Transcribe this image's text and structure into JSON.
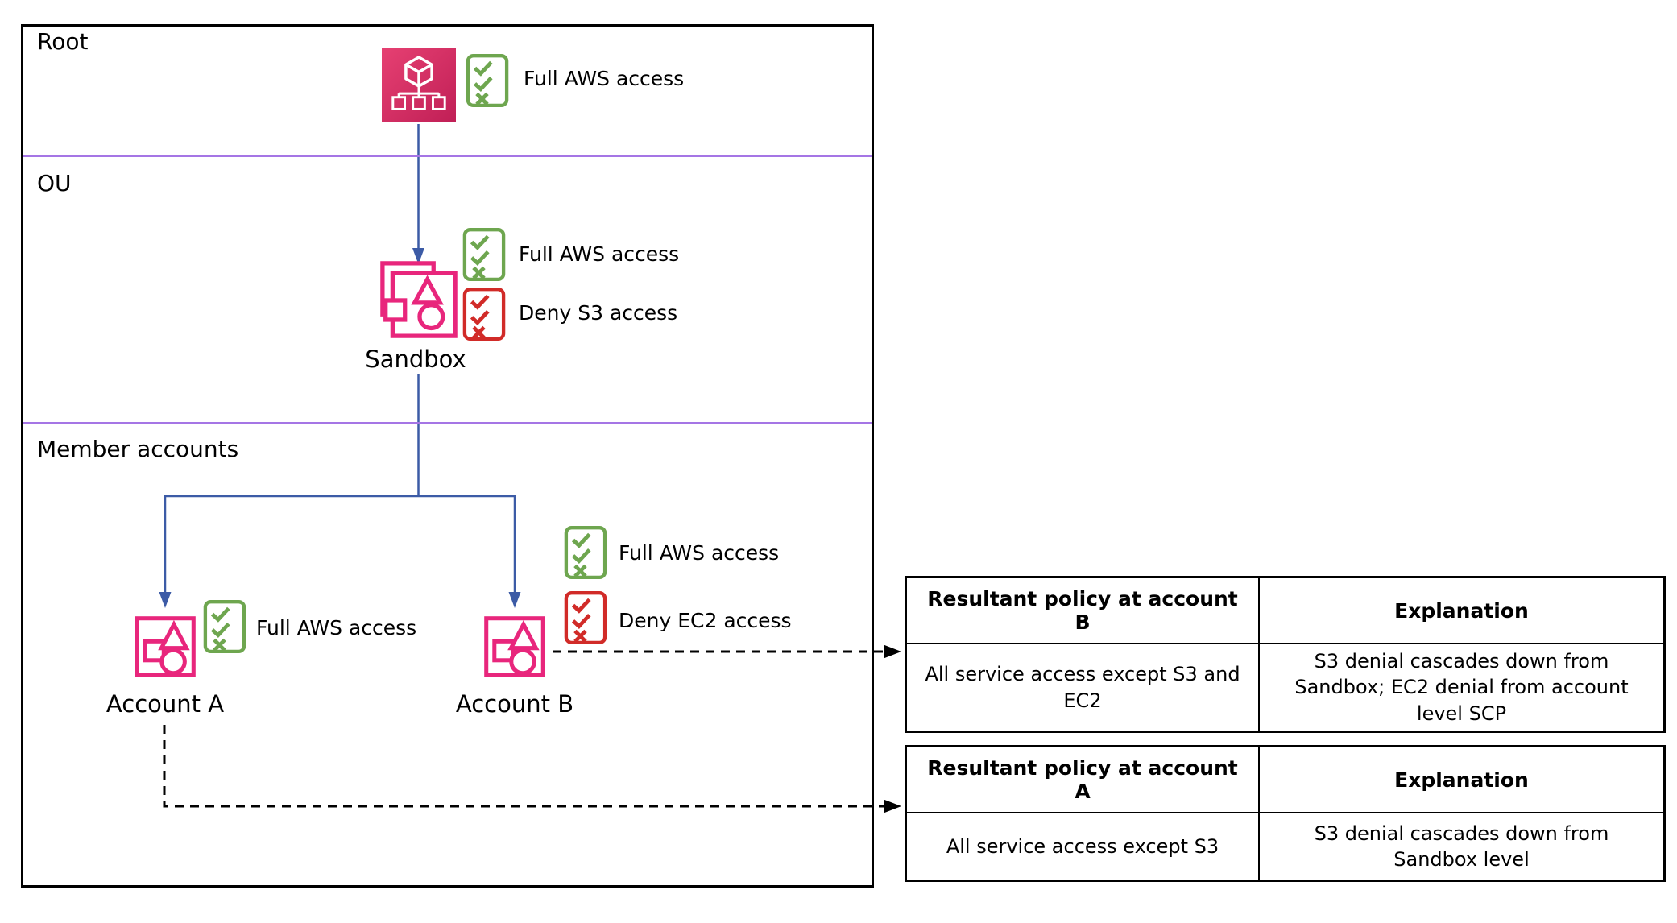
{
  "colors": {
    "pink": "#E8267C",
    "green": "#6EA64F",
    "red": "#D12B28",
    "blue": "#3C5BA6",
    "purple": "#A575E5",
    "root_gradient_start": "#E64072",
    "root_gradient_end": "#C01F56"
  },
  "diagram": {
    "sections": [
      {
        "label": "Root"
      },
      {
        "label": "OU"
      },
      {
        "label": "Member accounts"
      }
    ],
    "root": {
      "policies": [
        {
          "status": "allow",
          "label": "Full AWS access"
        }
      ]
    },
    "ou": {
      "name": "Sandbox",
      "policies": [
        {
          "status": "allow",
          "label": "Full AWS access"
        },
        {
          "status": "deny",
          "label": "Deny S3 access"
        }
      ]
    },
    "accounts": [
      {
        "name": "Account A",
        "policies": [
          {
            "status": "allow",
            "label": "Full AWS access"
          }
        ]
      },
      {
        "name": "Account B",
        "policies": [
          {
            "status": "allow",
            "label": "Full AWS access"
          },
          {
            "status": "deny",
            "label": "Deny EC2 access"
          }
        ]
      }
    ]
  },
  "tables": [
    {
      "headers": [
        "Resultant policy at account B",
        "Explanation"
      ],
      "rows": [
        [
          "All service access except S3 and EC2",
          "S3 denial cascades down from Sandbox; EC2 denial from account level SCP"
        ]
      ]
    },
    {
      "headers": [
        "Resultant policy at account A",
        "Explanation"
      ],
      "rows": [
        [
          "All service access except S3",
          "S3 denial cascades down from Sandbox level"
        ]
      ]
    }
  ]
}
